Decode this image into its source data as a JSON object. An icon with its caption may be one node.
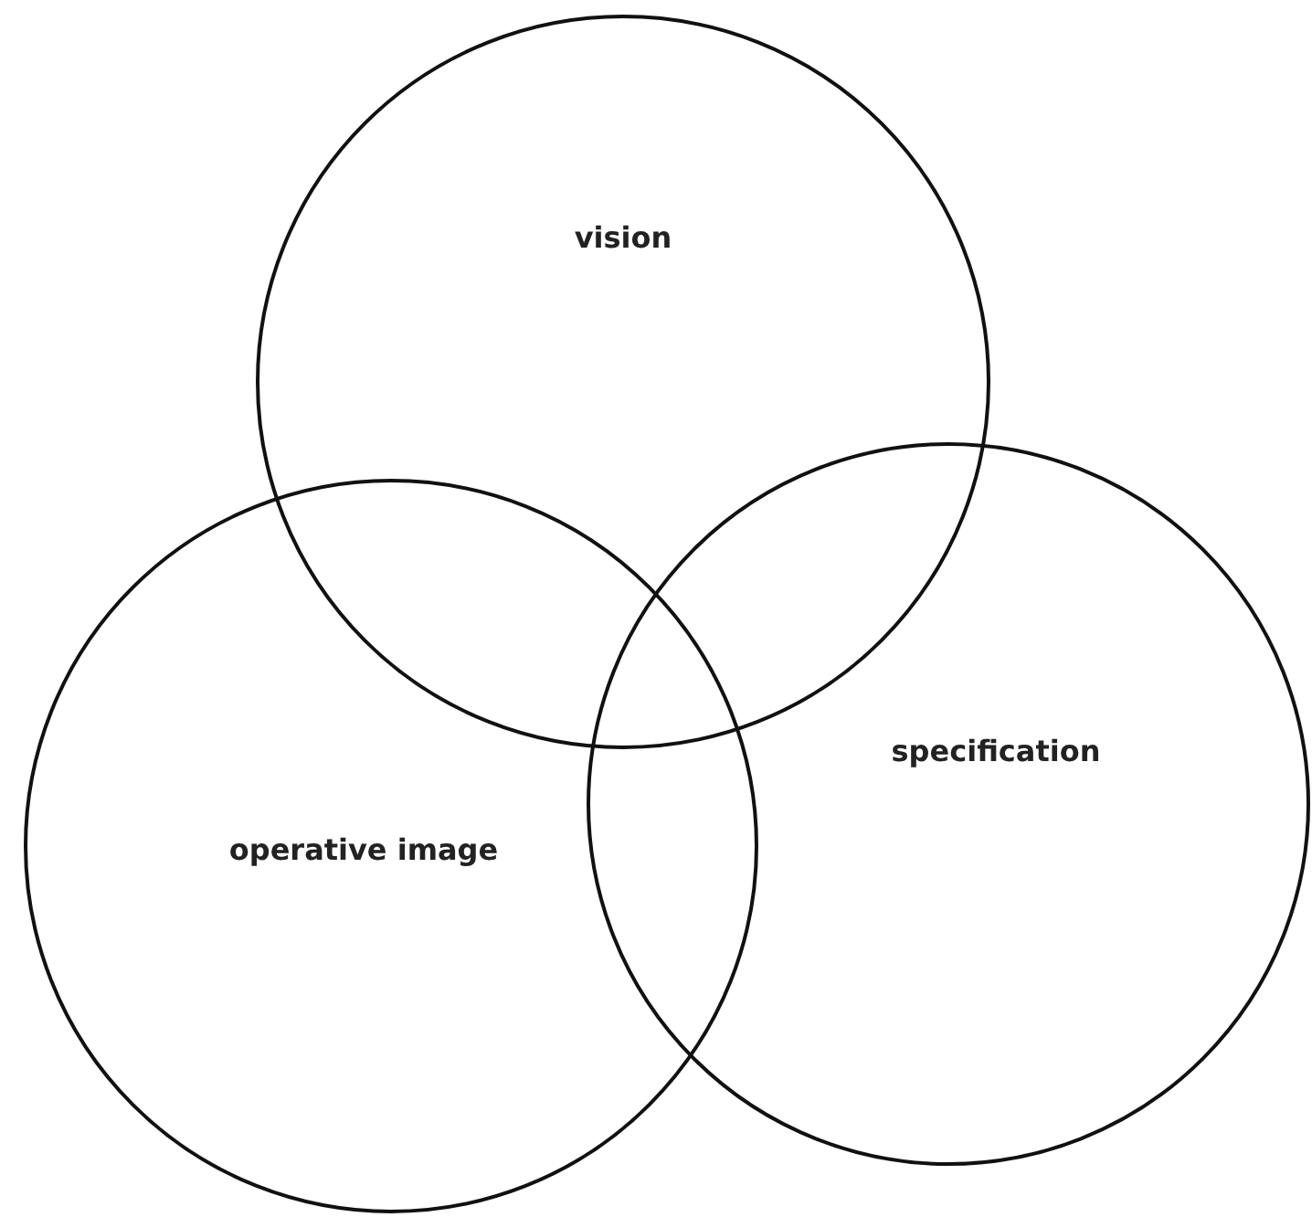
{
  "diagram": {
    "nodes": [
      {
        "text": [
          "vision"
        ]
      },
      {
        "text": [
          "specification"
        ]
      },
      {
        "text": [
          "operative image"
        ]
      }
    ]
  }
}
